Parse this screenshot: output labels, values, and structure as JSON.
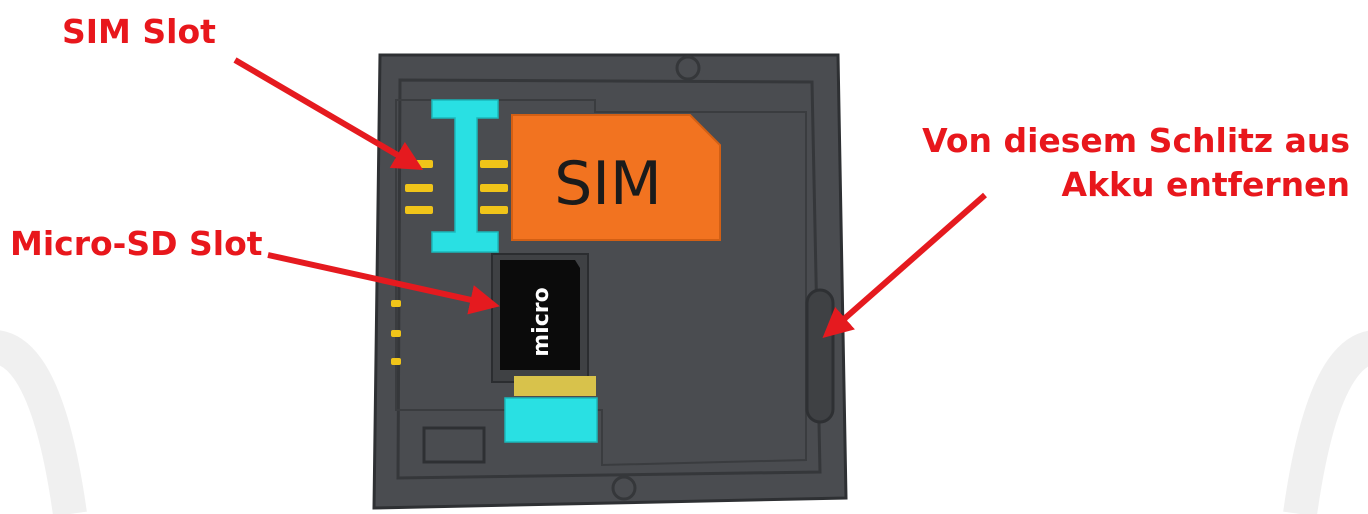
{
  "labels": {
    "sim_slot": "SIM Slot",
    "micro_sd_slot": "Micro-SD Slot",
    "battery_removal_line1": "Von diesem Schlitz aus",
    "battery_removal_line2": "Akku entfernen"
  },
  "card": {
    "sim_text": "SIM"
  },
  "colors": {
    "label_red": "#e8171c",
    "arrow_red": "#e51a1f",
    "device_body": "#4a4c50",
    "device_edge": "#2e3033",
    "sim_orange": "#f27320",
    "connector_cyan": "#29e0e3",
    "contact_yellow": "#f0c419",
    "microsd_black": "#0b0b0b"
  }
}
